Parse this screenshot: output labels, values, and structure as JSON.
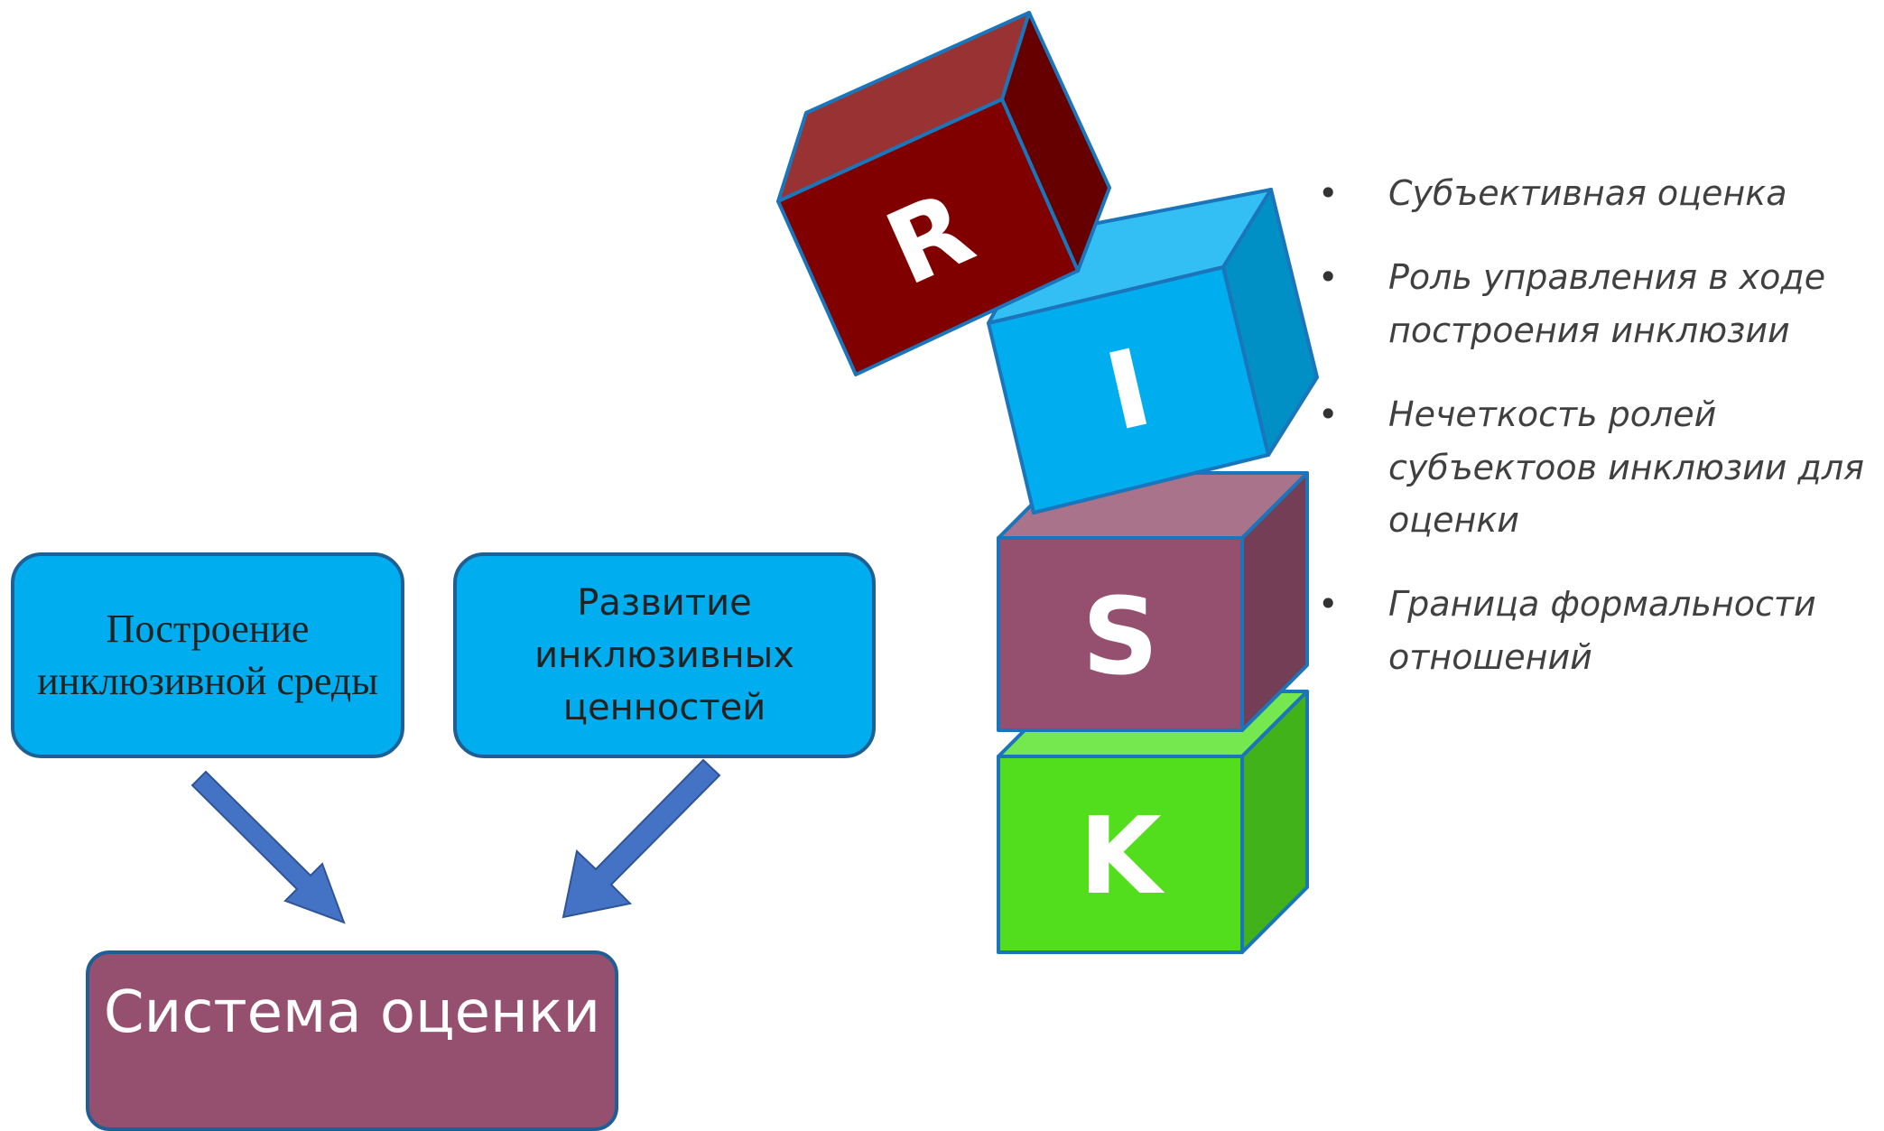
{
  "cubes": {
    "r": "R",
    "i": "I",
    "s": "S",
    "k": "K"
  },
  "boxes": {
    "left": "Построение инклюзивной среды",
    "right": "Развитие инклюзивных ценностей",
    "bottom": "Система оценки"
  },
  "bullets": [
    "Субъективная оценка",
    "Роль управления в ходе построения инклюзии",
    "Нечеткость ролей субъектоов инклюзии для оценки",
    "Граница формальности отношений"
  ],
  "colors": {
    "box_fill": "#00aeef",
    "box_border": "#1f5f95",
    "system_fill": "#96506f",
    "arrow": "#4472c4",
    "cube_r": "#800000",
    "cube_i": "#00aeef",
    "cube_s": "#96506f",
    "cube_k": "#52de1d"
  }
}
